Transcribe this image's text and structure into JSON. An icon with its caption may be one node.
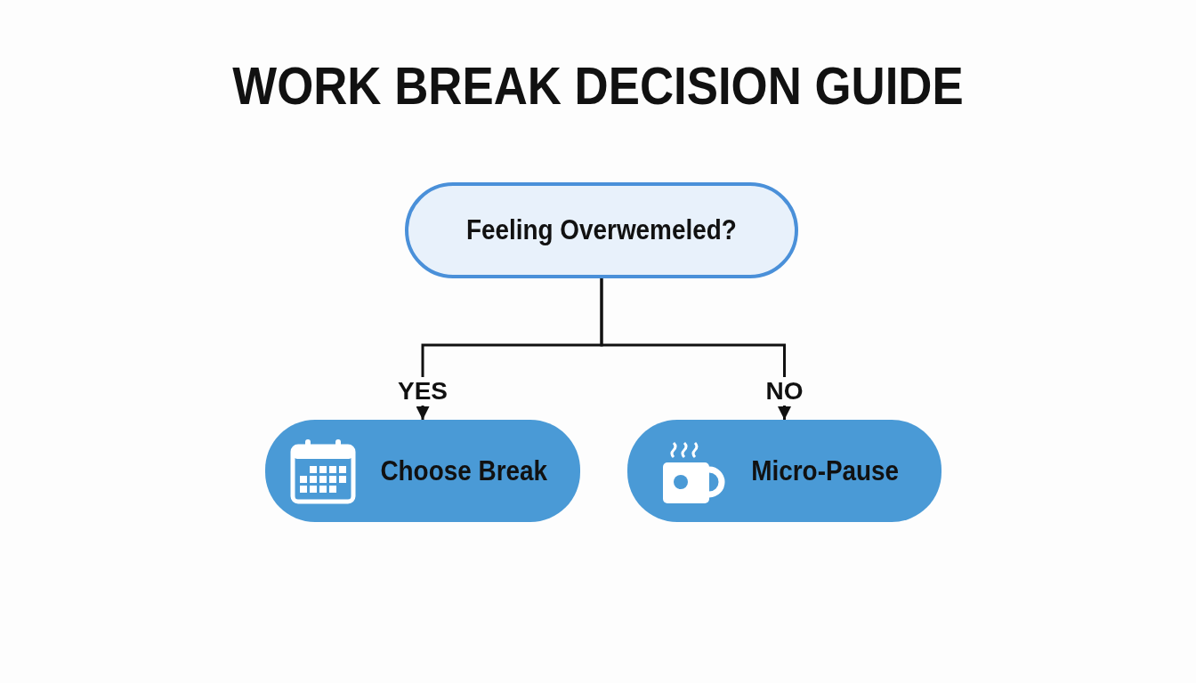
{
  "diagram": {
    "title": "WORK BREAK DECISION GUIDE",
    "nodes": [
      {
        "text": [
          "Feeling Overwemeled?"
        ]
      },
      {
        "text": [
          "Choose Break"
        ]
      },
      {
        "text": [
          "Micro-Pause"
        ]
      }
    ],
    "edges": [
      {
        "from": 0,
        "to": 1,
        "arrow": "to",
        "label": "YES"
      },
      {
        "from": 0,
        "to": 2,
        "arrow": "to",
        "label": "NO"
      }
    ]
  }
}
